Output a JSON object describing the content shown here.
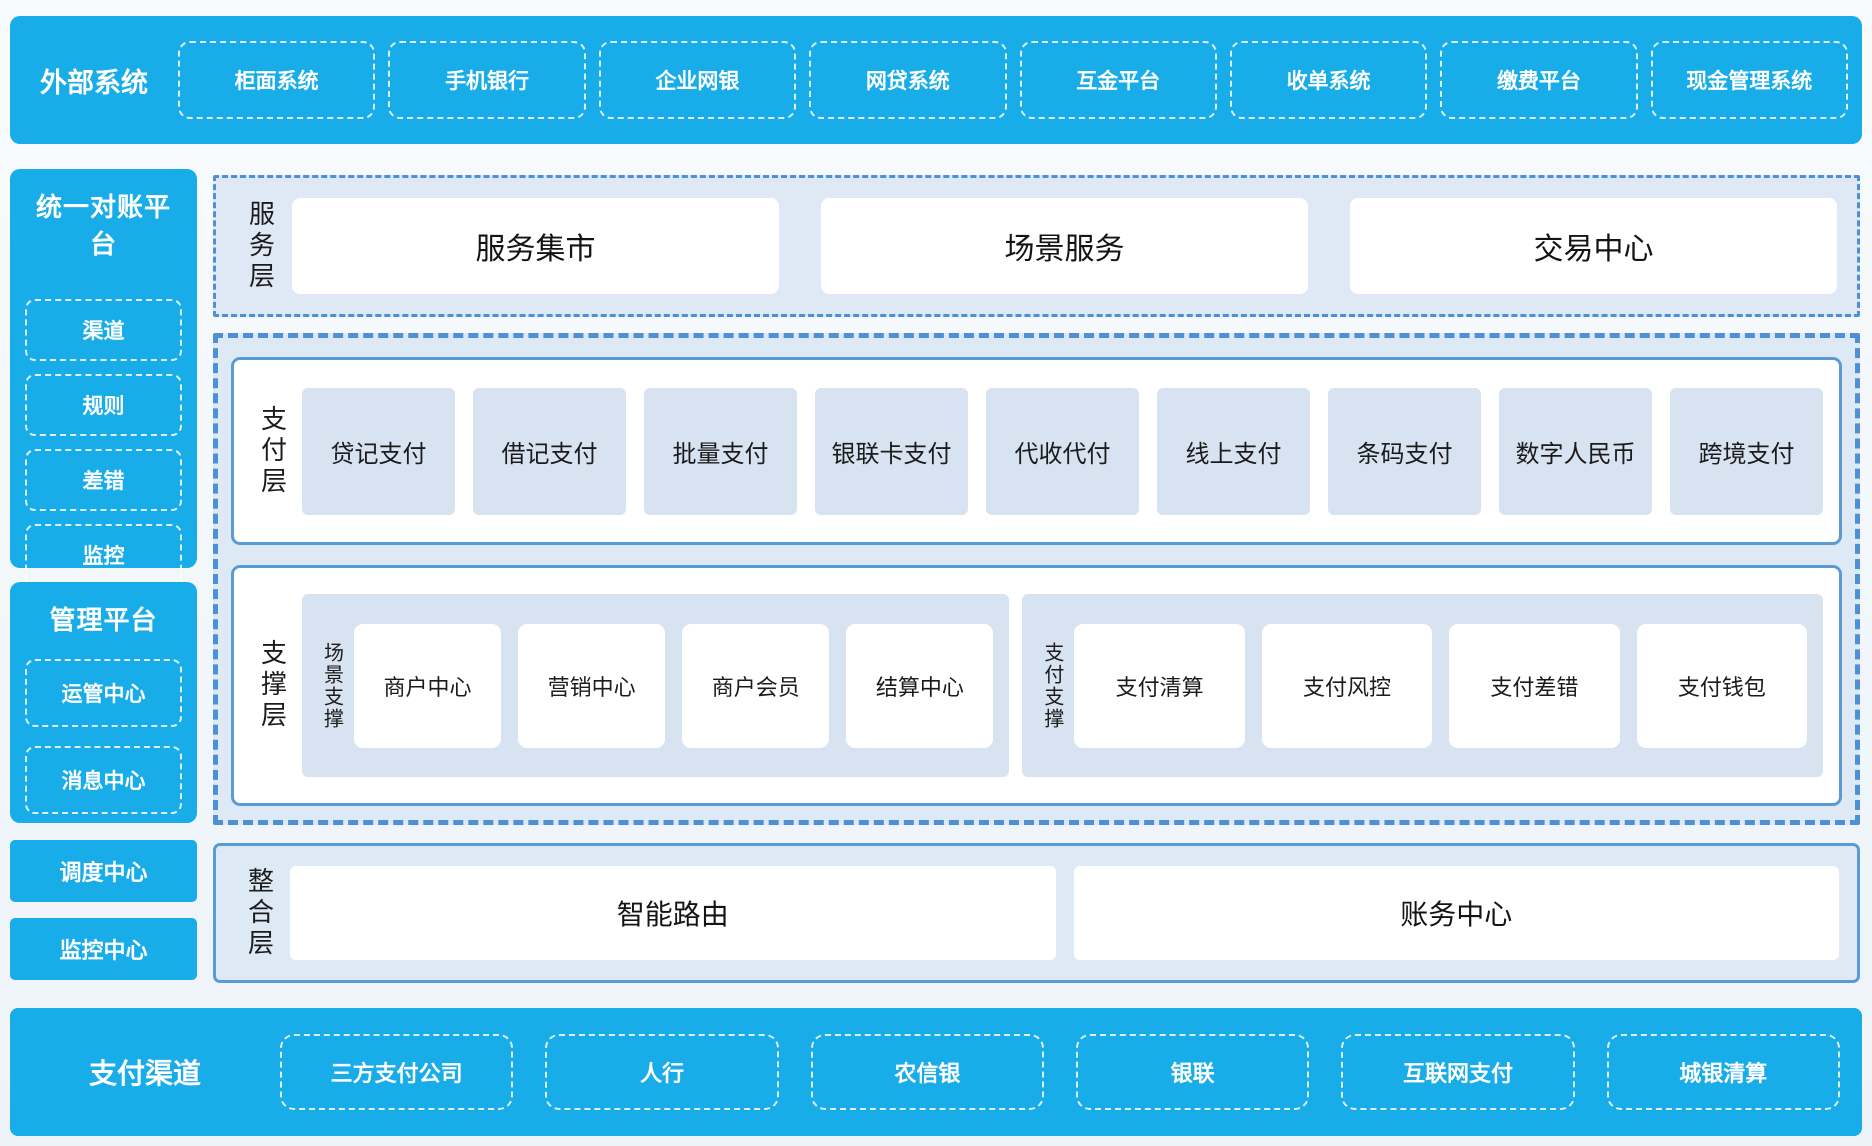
{
  "colors": {
    "brand_blue": "#18ACE8",
    "panel_light_blue": "#DEE9F6",
    "tile_light_blue": "#D8E3F1",
    "solid_border_blue": "#5B9BD5",
    "dashed_border_blue": "#4E90D6",
    "white_dash_border": "#FFFFFF",
    "dark_text": "#1B1B1B"
  },
  "external_systems": {
    "title": "外部系统",
    "items": [
      "柜面系统",
      "手机银行",
      "企业网银",
      "网贷系统",
      "互金平台",
      "收单系统",
      "缴费平台",
      "现金管理系统"
    ]
  },
  "sidebar": {
    "reconciliation": {
      "title": "统一对账平台",
      "items": [
        "渠道",
        "规则",
        "差错",
        "监控"
      ]
    },
    "management": {
      "title": "管理平台",
      "items": [
        "运管中心",
        "消息中心"
      ]
    },
    "standalone": [
      "调度中心",
      "监控中心"
    ]
  },
  "layers": {
    "service": {
      "label": "服务层",
      "items": [
        "服务集市",
        "场景服务",
        "交易中心"
      ]
    },
    "payment": {
      "label": "支付层",
      "items": [
        "贷记支付",
        "借记支付",
        "批量支付",
        "银联卡支付",
        "代收代付",
        "线上支付",
        "条码支付",
        "数字人民币",
        "跨境支付"
      ]
    },
    "support": {
      "label": "支撑层",
      "groups": [
        {
          "label": "场景支撑",
          "items": [
            "商户中心",
            "营销中心",
            "商户会员",
            "结算中心"
          ]
        },
        {
          "label": "支付支撑",
          "items": [
            "支付清算",
            "支付风控",
            "支付差错",
            "支付钱包"
          ]
        }
      ]
    },
    "integration": {
      "label": "整合层",
      "items": [
        "智能路由",
        "账务中心"
      ]
    }
  },
  "payment_channels": {
    "title": "支付渠道",
    "items": [
      "三方支付公司",
      "人行",
      "农信银",
      "银联",
      "互联网支付",
      "城银清算"
    ]
  }
}
